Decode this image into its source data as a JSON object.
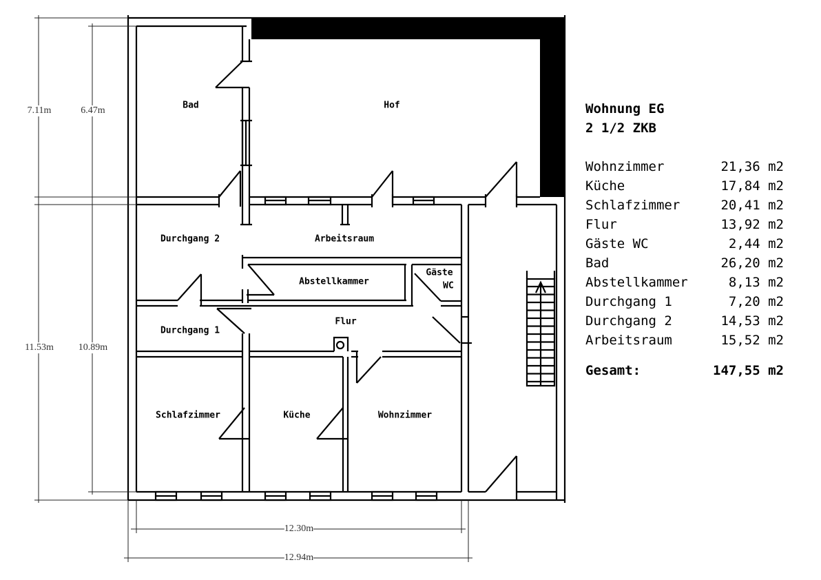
{
  "plan": {
    "rooms": {
      "bad": "Bad",
      "hof": "Hof",
      "durchgang2": "Durchgang 2",
      "arbeitsraum": "Arbeitsraum",
      "abstellkammer": "Abstellkammer",
      "gaeste": "Gäste",
      "wc": "WC",
      "flur": "Flur",
      "durchgang1": "Durchgang 1",
      "schlafzimmer": "Schlafzimmer",
      "kueche": "Küche",
      "wohnzimmer": "Wohnzimmer"
    },
    "dimensions": {
      "outer_height_top": "7.11m",
      "inner_height_top": "6.47m",
      "outer_height_bottom": "11.53m",
      "inner_height_bottom": "10.89m",
      "inner_width": "12.30m",
      "outer_width": "12.94m"
    }
  },
  "summary": {
    "title": "Wohnung EG",
    "subtitle": "2 1/2 ZKB",
    "areas": [
      {
        "room": "Wohnzimmer",
        "area": "21,36 m2"
      },
      {
        "room": "Küche",
        "area": "17,84 m2"
      },
      {
        "room": "Schlafzimmer",
        "area": "20,41 m2"
      },
      {
        "room": "Flur",
        "area": "13,92 m2"
      },
      {
        "room": "Gäste WC",
        "area": "2,44 m2"
      },
      {
        "room": "Bad",
        "area": "26,20 m2"
      },
      {
        "room": "Abstellkammer",
        "area": "8,13 m2"
      },
      {
        "room": "Durchgang 1",
        "area": "7,20 m2"
      },
      {
        "room": "Durchgang 2",
        "area": "14,53 m2"
      },
      {
        "room": "Arbeitsraum",
        "area": "15,52 m2"
      }
    ],
    "total_label": "Gesamt:",
    "total_value": "147,55 m2"
  }
}
